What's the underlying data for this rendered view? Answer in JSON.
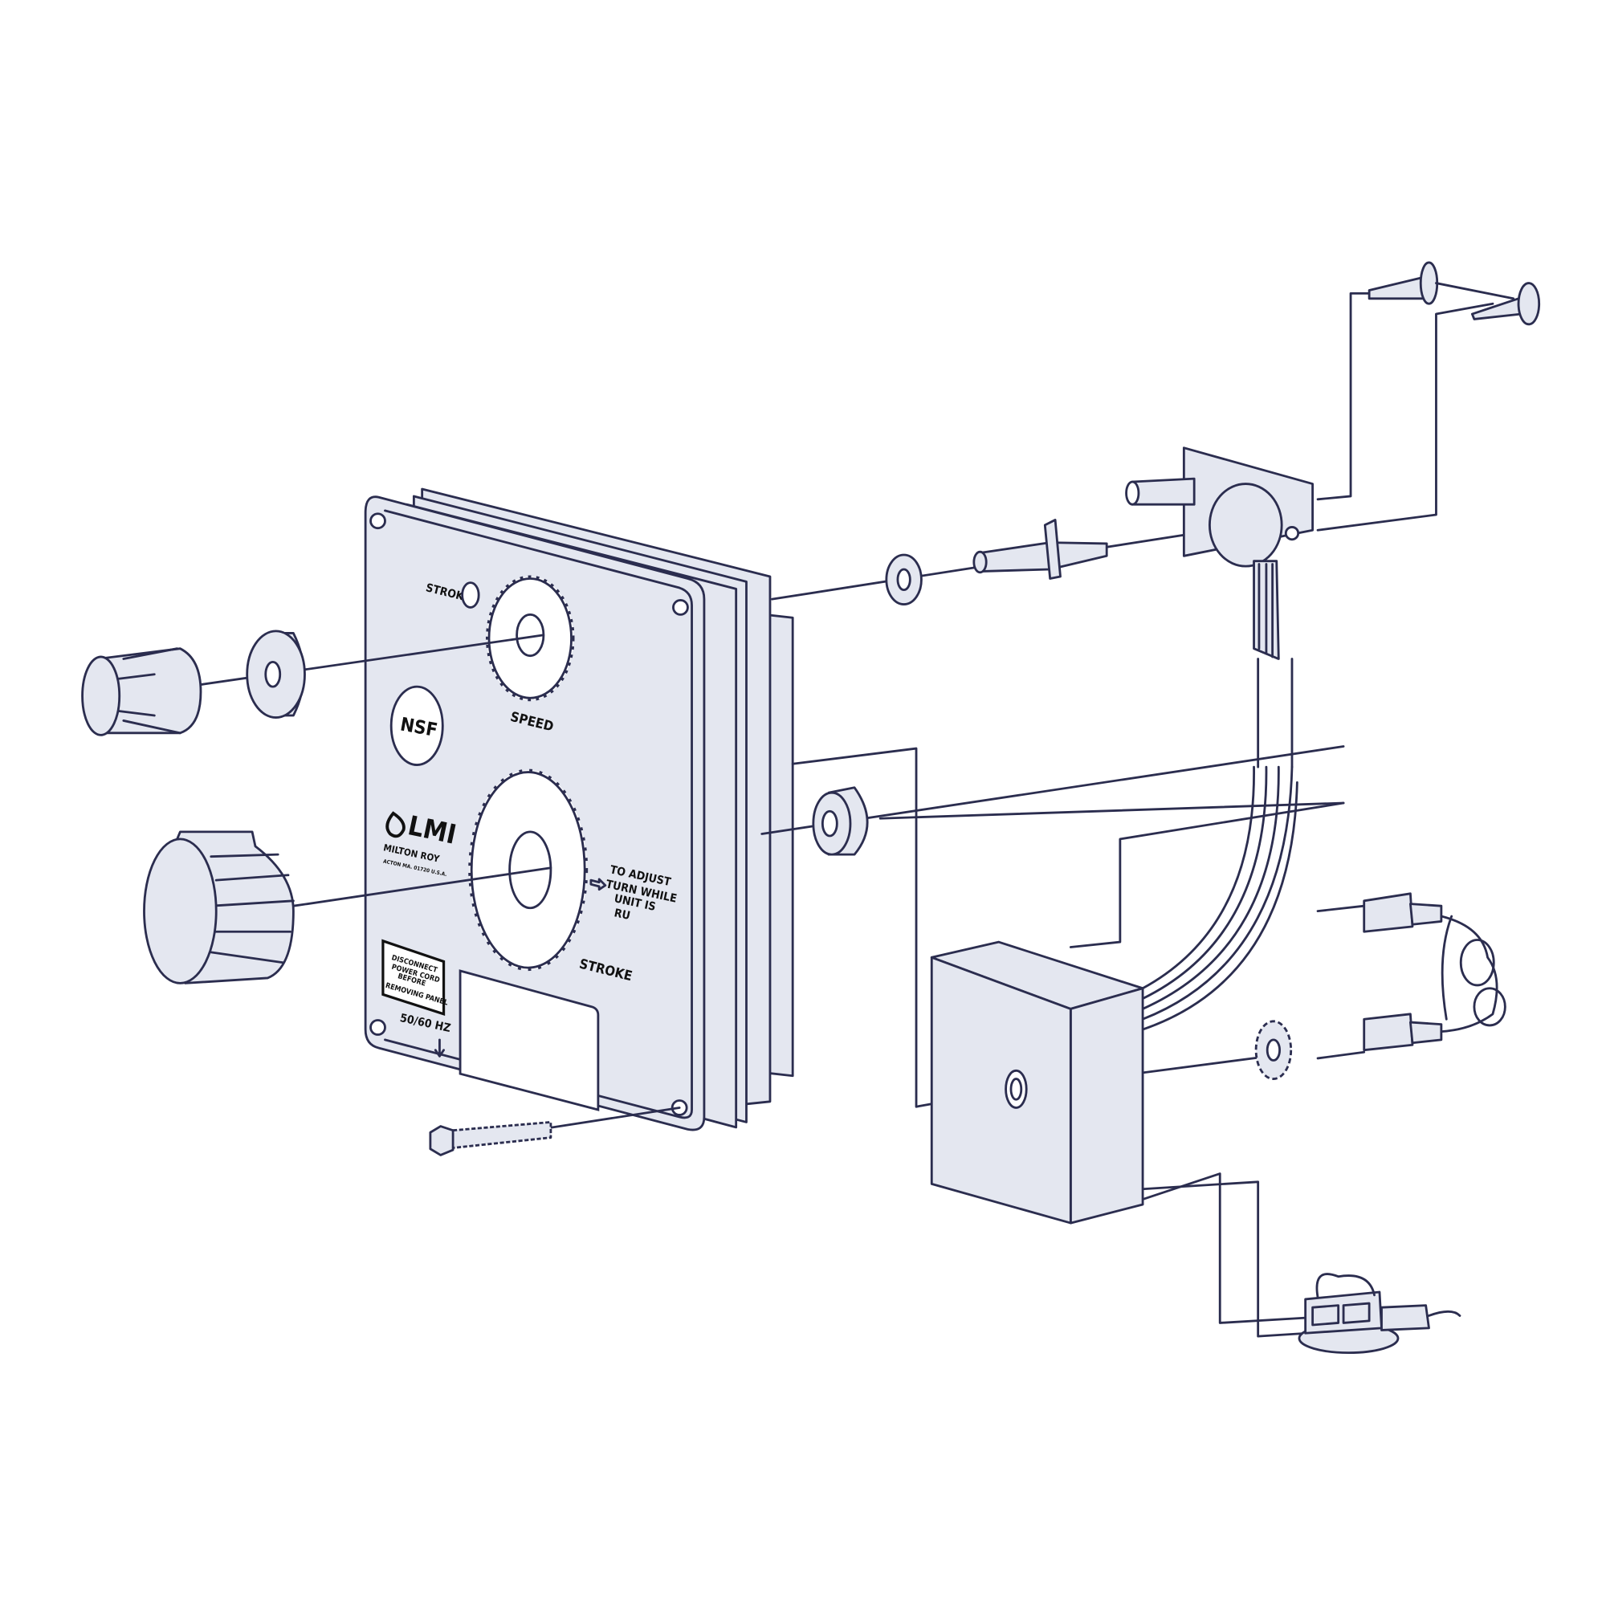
{
  "colors": {
    "line": "#2b2d4f",
    "panel_fill": "#e4e7f0",
    "background": "#ffffff"
  },
  "panel": {
    "stroke_indicator_label": "STROKE",
    "speed_label": "SPEED",
    "stroke_dial_label": "STROKE",
    "certification_mark": "NSF",
    "brand_logo": "LMI",
    "brand_sub": "MILTON ROY",
    "brand_address": "ACTON MA. 01720 U.S.A.",
    "adjust_note": [
      "TO ADJUST",
      "TURN WHILE",
      "UNIT IS",
      "RU"
    ],
    "warning_label": [
      "DISCONNECT",
      "POWER CORD",
      "BEFORE",
      "REMOVING PANEL"
    ],
    "frequency_label": "50/60 HZ"
  }
}
